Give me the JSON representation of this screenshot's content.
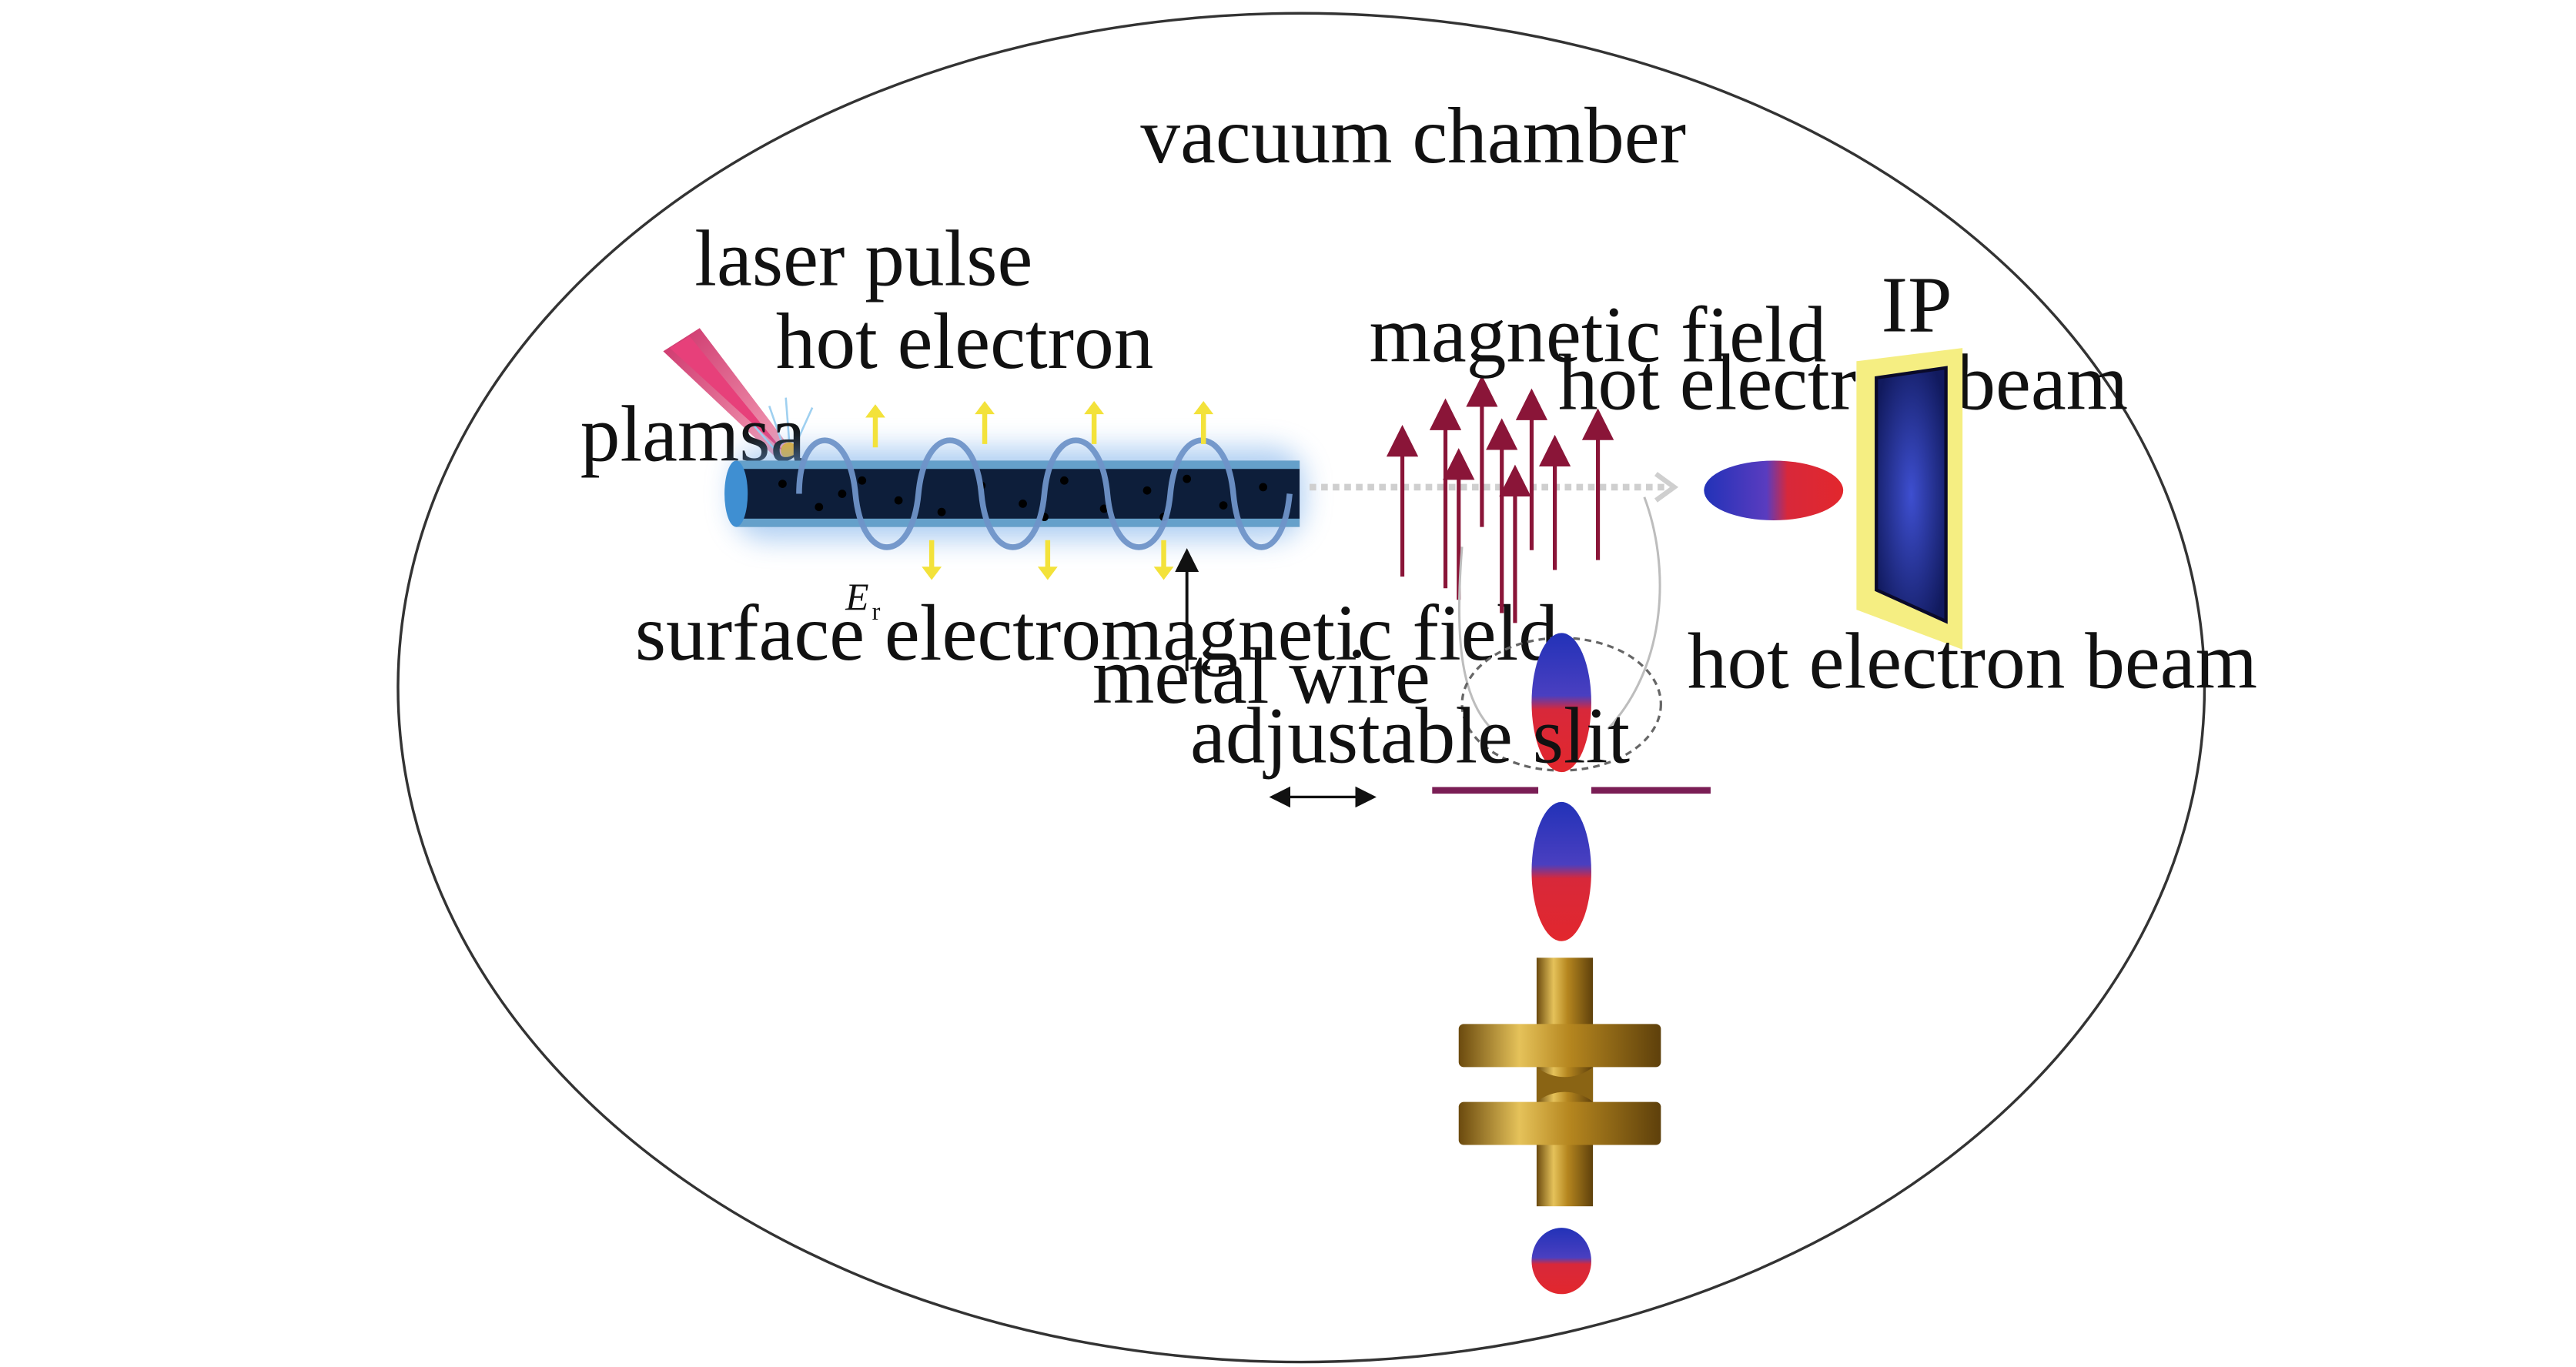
{
  "labels": {
    "vacuum_chamber": "vacuum chamber",
    "laser_pulse": "laser pulse",
    "hot_electron": "hot electron",
    "plasma": "plamsa",
    "magnetic_field": "magnetic field",
    "hot_electron_beam_top": "hot electron beam",
    "ip": "IP",
    "er_main": "E",
    "er_sub": "r",
    "surface_em_field": "surface electromagnetic field",
    "metal_wire": "metal wire",
    "hot_electron_beam_side": "hot electron beam",
    "adjustable_slit": "adjustable slit"
  },
  "colors": {
    "outline": "#333333",
    "wire_core": "#0d1e3a",
    "wire_glow": "#6fa8e8",
    "wire_cap": "#3f8fd2",
    "helix": "#6f93c8",
    "hot_electron_arrow": "#f3e23a",
    "laser": "#e6396b",
    "field_arrow": "#8a1538",
    "beam_blue": "#2633b5",
    "beam_red": "#e0282e",
    "slit": "#7a1d55",
    "ip_frame": "#f5ee82",
    "ip_screen": "#1f2f95",
    "gold": "#b88a1f"
  },
  "icons": [
    "laser-cone-icon",
    "metal-wire-icon",
    "magnetic-field-arrows-icon",
    "electron-bunch-icon",
    "image-plate-icon",
    "accelerator-cavity-icon",
    "slit-icon",
    "double-arrow-icon"
  ]
}
